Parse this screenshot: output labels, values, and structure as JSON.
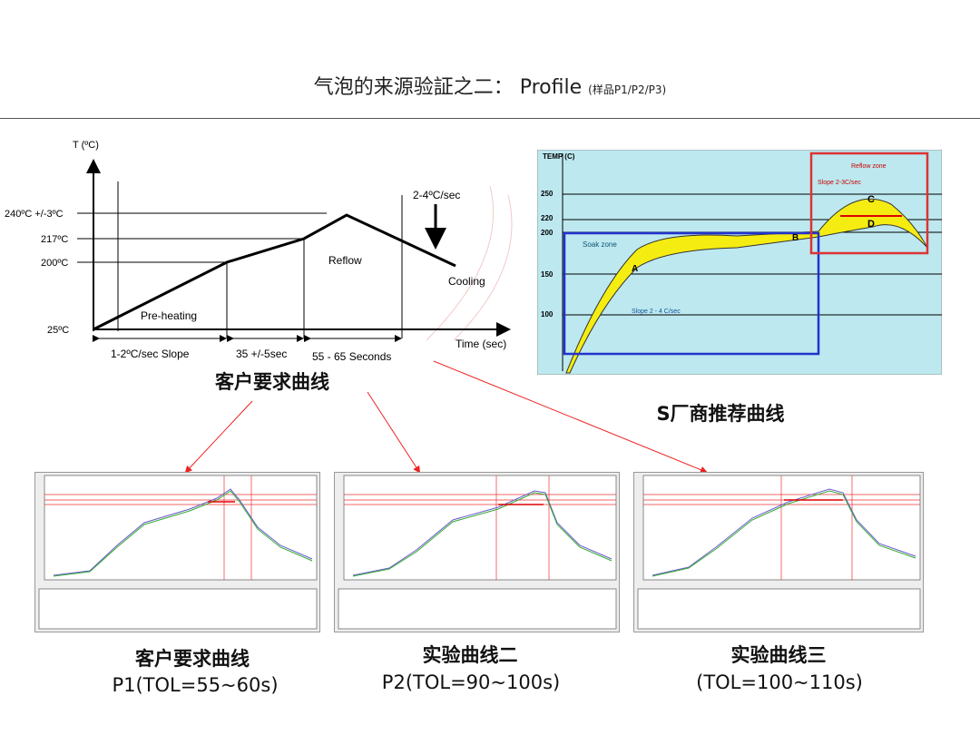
{
  "title": {
    "main": "气泡的来源验証之二： Profile",
    "sub": "(样品P1/P2/P3)"
  },
  "customer_profile": {
    "y_axis_label": "T (ºC)",
    "x_axis_label": "Time (sec)",
    "temps": [
      "240ºC +/-3ºC",
      "217ºC",
      "200ºC",
      "25ºC"
    ],
    "zones": [
      "Pre-heating",
      "Reflow",
      "Cooling"
    ],
    "rate_label": "2-4ºC/sec",
    "segments": [
      "1-2ºC/sec Slope",
      "35 +/-5sec",
      "55 - 65 Seconds"
    ],
    "caption": "客户要求曲线"
  },
  "s_profile": {
    "y_axis_label": "TEMP (C)",
    "ticks": [
      "250",
      "220",
      "200",
      "150",
      "100"
    ],
    "soak_label": "Soak zone",
    "reflow_label": "Reflow zone",
    "slope_reflow": "Slope 2-3C/sec",
    "slope_soak": "Slope 2 - 4 C/sec",
    "points": [
      "A",
      "B",
      "C",
      "D"
    ],
    "caption": "S厂商推荐曲线"
  },
  "bottom": [
    {
      "caption": "客户要求曲线",
      "sub": "P1(TOL=55~60s)"
    },
    {
      "caption": "实验曲线二",
      "sub": "P2(TOL=90~100s)"
    },
    {
      "caption": "实验曲线三",
      "sub": "(TOL=100~110s)"
    }
  ]
}
